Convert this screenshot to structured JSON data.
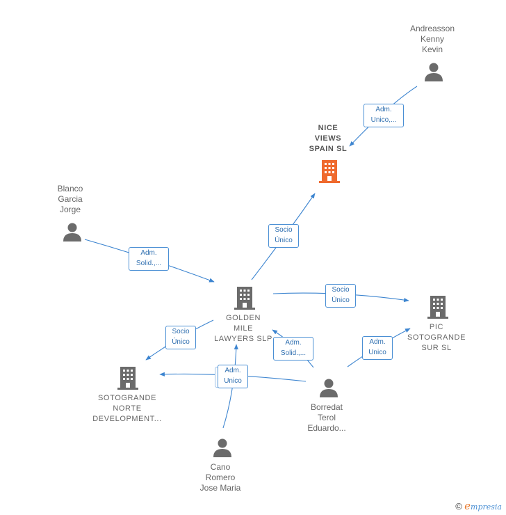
{
  "nodes": {
    "andreasson": {
      "label": [
        "Andreasson",
        "Kenny",
        "Kevin"
      ]
    },
    "nice_views": {
      "label": [
        "NICE",
        "VIEWS",
        "SPAIN  SL"
      ]
    },
    "blanco": {
      "label": [
        "Blanco",
        "Garcia",
        "Jorge"
      ]
    },
    "golden_mile": {
      "label": [
        "GOLDEN",
        "MILE",
        "LAWYERS  SLP"
      ]
    },
    "pic_sotogrande": {
      "label": [
        "PIC",
        "SOTOGRANDE",
        "SUR  SL"
      ]
    },
    "sotogrande_norte": {
      "label": [
        "SOTOGRANDE",
        "NORTE",
        "DEVELOPMENT..."
      ]
    },
    "borredat": {
      "label": [
        "Borredat",
        "Terol",
        "Eduardo..."
      ]
    },
    "cano": {
      "label": [
        "Cano",
        "Romero",
        "Jose Maria"
      ]
    }
  },
  "edges": {
    "andreasson_nice": [
      "Adm.",
      "Unico,..."
    ],
    "golden_nice": [
      "Socio",
      "Único"
    ],
    "blanco_golden": [
      "Adm.",
      "Solid.,..."
    ],
    "golden_pic": [
      "Socio",
      "Único"
    ],
    "golden_norte": [
      "Socio",
      "Único"
    ],
    "borredat_golden": [
      "Adm.",
      "Solid.,..."
    ],
    "borredat_pic": [
      "Adm.",
      "Unico"
    ],
    "cano_golden": [
      "Adm.",
      "Unico"
    ]
  },
  "colors": {
    "edge": "#3d85d0",
    "person_icon": "#6b6b6b",
    "company_icon": "#6b6b6b",
    "main_company_icon": "#ef6a2e"
  },
  "footer": {
    "copyright": "©",
    "brand_initial": "e",
    "brand": "mpresia"
  }
}
